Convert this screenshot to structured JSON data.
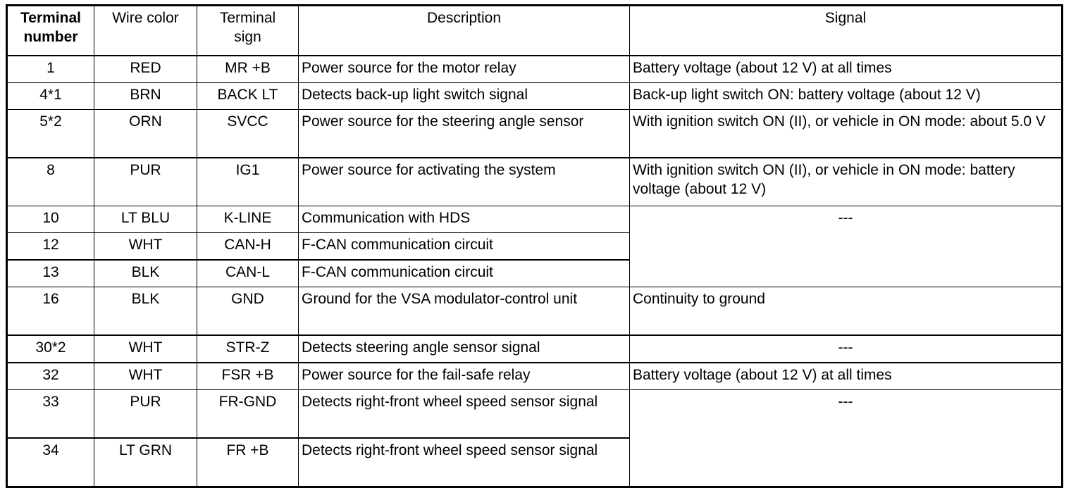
{
  "table": {
    "columns": [
      {
        "key": "terminal_number",
        "label": "Terminal\nnumber",
        "label_line1": "Terminal",
        "label_line2": "number",
        "bold": true,
        "align": "center"
      },
      {
        "key": "wire_color",
        "label": "Wire color",
        "bold": false,
        "align": "center"
      },
      {
        "key": "terminal_sign",
        "label": "Terminal\nsign",
        "label_line1": "Terminal",
        "label_line2": "sign",
        "bold": false,
        "align": "center"
      },
      {
        "key": "description",
        "label": "Description",
        "bold": false,
        "align": "left"
      },
      {
        "key": "signal",
        "label": "Signal",
        "bold": false,
        "align": "left"
      }
    ],
    "headers": {
      "terminal_number_line1": "Terminal",
      "terminal_number_line2": "number",
      "wire_color": "Wire color",
      "terminal_sign_line1": "Terminal",
      "terminal_sign_line2": "sign",
      "description": "Description",
      "signal": "Signal"
    },
    "rows": [
      {
        "terminal_number": "1",
        "wire_color": "RED",
        "terminal_sign": "MR +B",
        "description": "Power source for the motor relay",
        "signal": "Battery voltage (about 12 V) at all times",
        "signal_rowspan": 1,
        "signal_align": "left",
        "lines": 1
      },
      {
        "terminal_number": "4*1",
        "wire_color": "BRN",
        "terminal_sign": "BACK LT",
        "description": "Detects back-up light switch signal",
        "signal": "Back-up light switch ON: battery voltage (about 12 V)",
        "signal_rowspan": 1,
        "signal_align": "left",
        "lines": 1
      },
      {
        "terminal_number": "5*2",
        "wire_color": "ORN",
        "terminal_sign": "SVCC",
        "description": "Power source for the steering angle sensor",
        "signal": "With ignition switch ON (II), or vehicle in ON mode: about 5.0 V",
        "signal_rowspan": 1,
        "signal_align": "left",
        "lines": 2
      },
      {
        "terminal_number": "8",
        "wire_color": "PUR",
        "terminal_sign": "IG1",
        "description": "Power source for activating the system",
        "signal": "With ignition switch ON (II), or vehicle in ON mode: battery voltage (about 12 V)",
        "signal_rowspan": 1,
        "signal_align": "left",
        "lines": 2
      },
      {
        "terminal_number": "10",
        "wire_color": "LT BLU",
        "terminal_sign": "K-LINE",
        "description": "Communication with HDS",
        "signal": "---",
        "signal_rowspan": 3,
        "signal_align": "center",
        "lines": 1
      },
      {
        "terminal_number": "12",
        "wire_color": "WHT",
        "terminal_sign": "CAN-H",
        "description": "F-CAN communication circuit",
        "signal": null,
        "signal_rowspan": 0,
        "lines": 1
      },
      {
        "terminal_number": "13",
        "wire_color": "BLK",
        "terminal_sign": "CAN-L",
        "description": "F-CAN communication circuit",
        "signal": null,
        "signal_rowspan": 0,
        "lines": 1
      },
      {
        "terminal_number": "16",
        "wire_color": "BLK",
        "terminal_sign": "GND",
        "description": "Ground for the VSA modulator-control unit",
        "signal": "Continuity to ground",
        "signal_rowspan": 1,
        "signal_align": "left",
        "lines": 2
      },
      {
        "terminal_number": "30*2",
        "wire_color": "WHT",
        "terminal_sign": "STR-Z",
        "description": "Detects steering angle sensor signal",
        "signal": "---",
        "signal_rowspan": 1,
        "signal_align": "center",
        "lines": 1
      },
      {
        "terminal_number": "32",
        "wire_color": "WHT",
        "terminal_sign": "FSR +B",
        "description": "Power source for the fail-safe relay",
        "signal": "Battery voltage (about 12 V) at all times",
        "signal_rowspan": 1,
        "signal_align": "left",
        "lines": 1
      },
      {
        "terminal_number": "33",
        "wire_color": "PUR",
        "terminal_sign": "FR-GND",
        "description": "Detects right-front wheel speed sensor signal",
        "signal": "---",
        "signal_rowspan": 2,
        "signal_align": "center",
        "lines": 2
      },
      {
        "terminal_number": "34",
        "wire_color": "LT GRN",
        "terminal_sign": "FR +B",
        "description": "Detects right-front wheel speed sensor signal",
        "signal": null,
        "signal_rowspan": 0,
        "lines": 2
      }
    ]
  },
  "colors": {
    "border": "#000000",
    "text": "#000000",
    "background": "#ffffff"
  }
}
